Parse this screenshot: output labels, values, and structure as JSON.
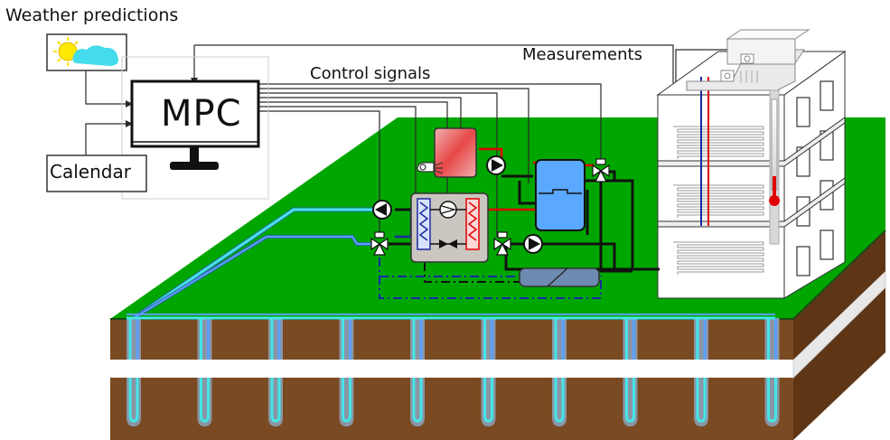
{
  "labels": {
    "weather_predictions": "Weather predictions",
    "control_signals": "Control signals",
    "measurements": "Measurements",
    "mpc": "MPC",
    "calendar": "Calendar"
  },
  "colors": {
    "ground_top": "#00a600",
    "soil": "#7a4a22",
    "soil_dark": "#5e3616",
    "pipe_cyan": "#44e6e6",
    "pipe_blue": "#3a6fd0",
    "borehole_grey": "#8a96a6",
    "tank_blue": "#5aa8ff",
    "hot_red": "#e00000",
    "cold_blue": "#1a2aa0",
    "boiler_red": "#e86060"
  },
  "boreholes": {
    "count": 10
  },
  "building": {
    "floors": 3
  }
}
